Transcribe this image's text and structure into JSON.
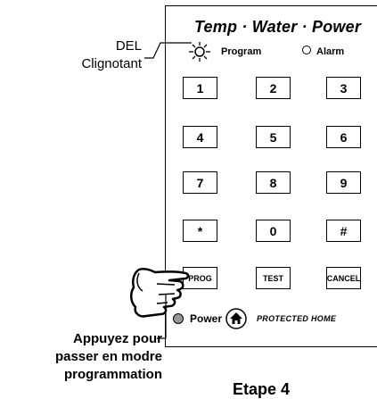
{
  "panel": {
    "title": "Temp · Water · Power",
    "program_label": "Program",
    "alarm_label": "Alarm",
    "keys": [
      "1",
      "2",
      "3",
      "4",
      "5",
      "6",
      "7",
      "8",
      "9",
      "*",
      "0",
      "#"
    ],
    "function_keys": [
      "PROG",
      "TEST",
      "CANCEL"
    ],
    "power_label": "Power",
    "protected_home_label": "PROTECTED HOME"
  },
  "callouts": {
    "led_line1": "DEL",
    "led_line2": "Clignotant",
    "press_line1": "Appuyez pour",
    "press_line2": "passer en modre",
    "press_line3": "programmation"
  },
  "step_label": "Etape 4",
  "colors": {
    "power_led": "#999999",
    "line": "#000000"
  }
}
